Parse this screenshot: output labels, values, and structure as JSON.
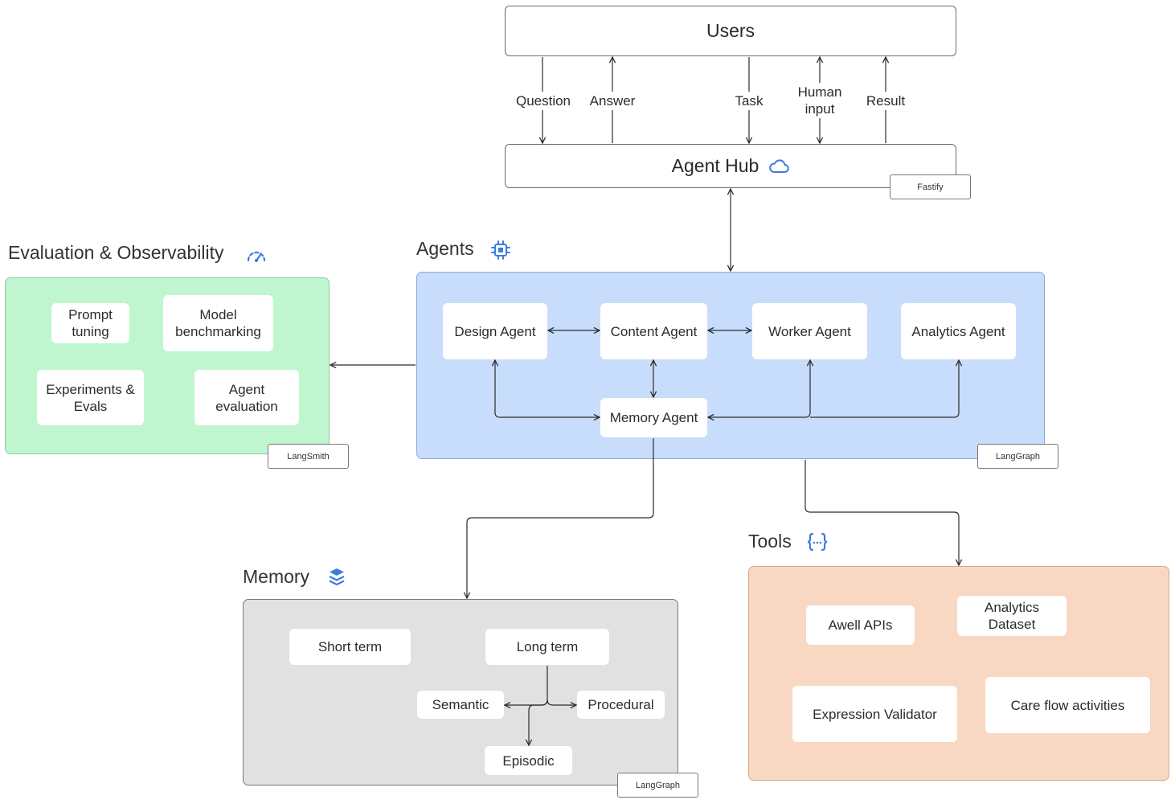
{
  "users": {
    "label": "Users"
  },
  "hub": {
    "label": "Agent Hub",
    "tag": "Fastify",
    "icon": "cloud-icon"
  },
  "flows": {
    "question": "Question",
    "answer": "Answer",
    "task": "Task",
    "human_input": "Human\ninput",
    "result": "Result"
  },
  "evaluation": {
    "title": "Evaluation & Observability",
    "icon": "gauge-icon",
    "tag": "LangSmith",
    "cards": [
      "Prompt\ntuning",
      "Model\nbenchmarking",
      "Experiments &\nEvals",
      "Agent\nevaluation"
    ]
  },
  "agents": {
    "title": "Agents",
    "icon": "chip-icon",
    "tag": "LangGraph",
    "cards": [
      "Design Agent",
      "Content Agent",
      "Worker Agent",
      "Analytics Agent",
      "Memory Agent"
    ]
  },
  "memory": {
    "title": "Memory",
    "icon": "layers-icon",
    "tag": "LangGraph",
    "cards": [
      "Short term",
      "Long term",
      "Semantic",
      "Procedural",
      "Episodic"
    ]
  },
  "tools": {
    "title": "Tools",
    "icon": "braces-icon",
    "cards": [
      "Awell APIs",
      "Analytics\nDataset",
      "Expression Validator",
      "Care flow activities"
    ]
  },
  "colors": {
    "eval_bg": "#bff5cf",
    "agents_bg": "#c8dcfb",
    "memory_bg": "#e1e1e1",
    "tools_bg": "#f8d8c2",
    "icon_blue": "#3d7be0"
  }
}
